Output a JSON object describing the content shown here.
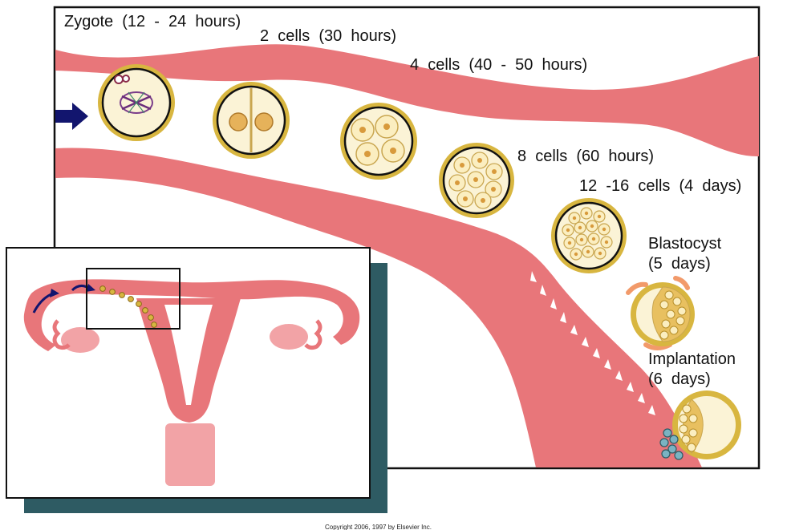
{
  "labels": {
    "zygote": "Zygote  (12  -  24  hours)",
    "two_cells": "2  cells  (30  hours)",
    "four_cells": "4  cells  (40  -  50  hours)",
    "eight_cells": "8  cells  (60  hours)",
    "twelve_cells": "12  -16  cells  (4  days)",
    "blastocyst_1": "Blastocyst",
    "blastocyst_2": "(5  days)",
    "implantation_1": "Implantation",
    "implantation_2": "(6  days)"
  },
  "copyright": "Copyright 2006, 1997 by Elsevier Inc.",
  "colors": {
    "tissue": "#e8767a",
    "tissue_light": "#f2a3a6",
    "zona": "#d8b640",
    "cytoplasm": "#fbf3d6",
    "nucleus": "#d89a3c",
    "arrow": "#12156e",
    "inset_shadow": "#2e5b63",
    "frame": "#111111"
  },
  "icons": [
    "entry-arrow-icon",
    "sperm-path-arrow-icon"
  ]
}
